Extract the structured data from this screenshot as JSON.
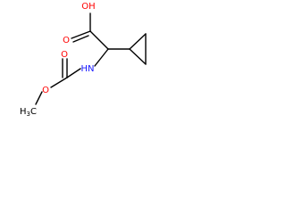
{
  "molecule": {
    "colors": {
      "bond": "#000000",
      "oxygen": "#ff0000",
      "nitrogen": "#1a1aff",
      "carbon": "#000000"
    },
    "labels": {
      "hydroxyl": "OH",
      "carbonyl_oxygen_acid": "O",
      "amine": "HN",
      "carbonyl_oxygen_carbamate": "O",
      "ester_oxygen": "O",
      "methyl": "H",
      "methyl_sub": "3",
      "methyl_c": "C"
    }
  }
}
